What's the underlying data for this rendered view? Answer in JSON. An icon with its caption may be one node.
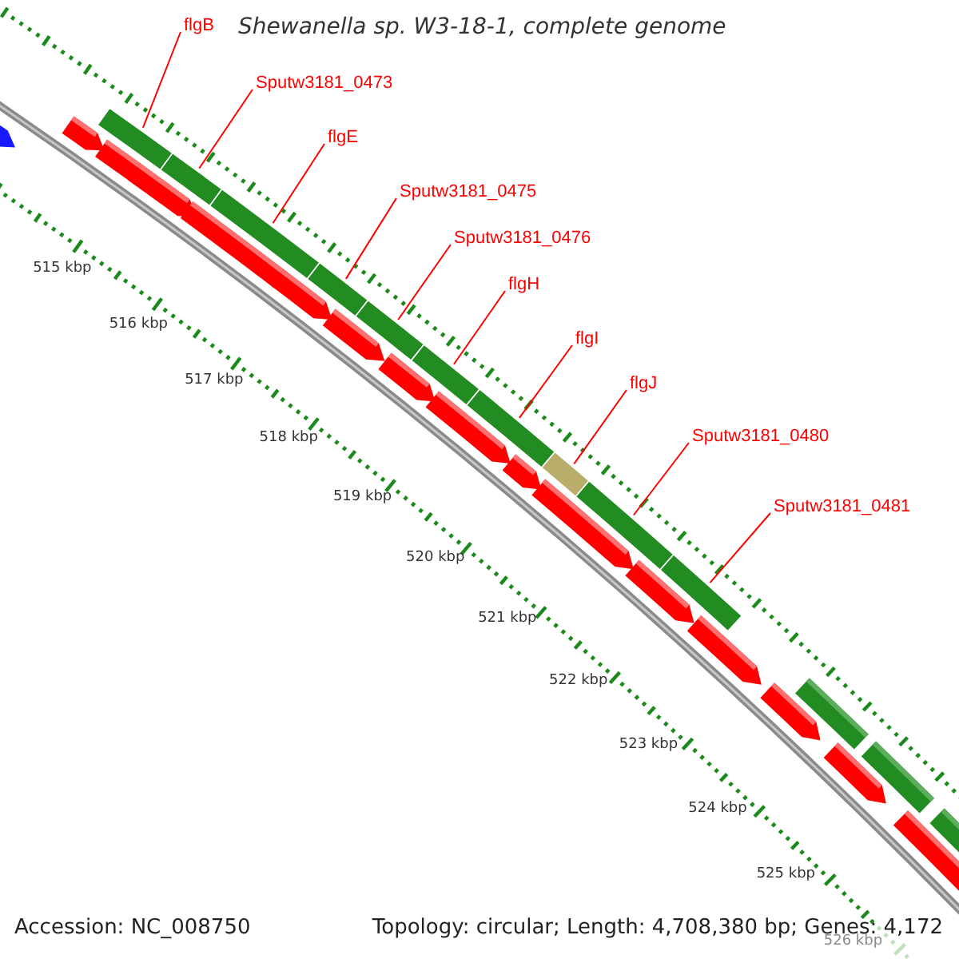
{
  "diagram": {
    "title": "Shewanella sp. W3-18-1, complete genome",
    "nodes": [
      {
        "text": [
          "flgB"
        ]
      },
      {
        "text": [
          "Sputw3181_0473"
        ]
      },
      {
        "text": [
          "flgE"
        ]
      },
      {
        "text": [
          "Sputw3181_0475"
        ]
      },
      {
        "text": [
          "Sputw3181_0476"
        ]
      },
      {
        "text": [
          "flgH"
        ]
      },
      {
        "text": [
          "flgI"
        ]
      },
      {
        "text": [
          "flgJ"
        ]
      },
      {
        "text": [
          "Sputw3181_0480"
        ]
      },
      {
        "text": [
          "Sputw3181_0481"
        ]
      },
      {
        "text": [],
        "shape": "bar"
      },
      {
        "text": [],
        "shape": "bar"
      },
      {
        "text": [],
        "shape": "bar"
      },
      {
        "text": [],
        "shape": "bar"
      },
      {
        "text": [],
        "shape": "bar"
      },
      {
        "text": [],
        "shape": "bar"
      },
      {
        "text": [],
        "shape": "bar"
      },
      {
        "text": [],
        "shape": "bar"
      },
      {
        "text": [],
        "shape": "bar"
      },
      {
        "text": [],
        "shape": "bar"
      }
    ],
    "edges": [
      {
        "from": 0,
        "to": 10,
        "arrow": "none"
      },
      {
        "from": 1,
        "to": 11,
        "arrow": "none"
      },
      {
        "from": 2,
        "to": 12,
        "arrow": "none"
      },
      {
        "from": 3,
        "to": 13,
        "arrow": "none"
      },
      {
        "from": 4,
        "to": 14,
        "arrow": "none"
      },
      {
        "from": 5,
        "to": 15,
        "arrow": "none"
      },
      {
        "from": 6,
        "to": 16,
        "arrow": "none"
      },
      {
        "from": 7,
        "to": 17,
        "arrow": "none"
      },
      {
        "from": 8,
        "to": 18,
        "arrow": "none"
      },
      {
        "from": 9,
        "to": 19,
        "arrow": "none"
      }
    ],
    "labels": [
      "515 kbp",
      "516 kbp",
      "517 kbp",
      "518 kbp",
      "519 kbp",
      "520 kbp",
      "521 kbp",
      "522 kbp",
      "523 kbp",
      "524 kbp",
      "525 kbp",
      "526 kbp",
      "Accession: NC_008750",
      "Topology: circular; Length: 4,708,380 bp; Genes: 4,172"
    ]
  }
}
